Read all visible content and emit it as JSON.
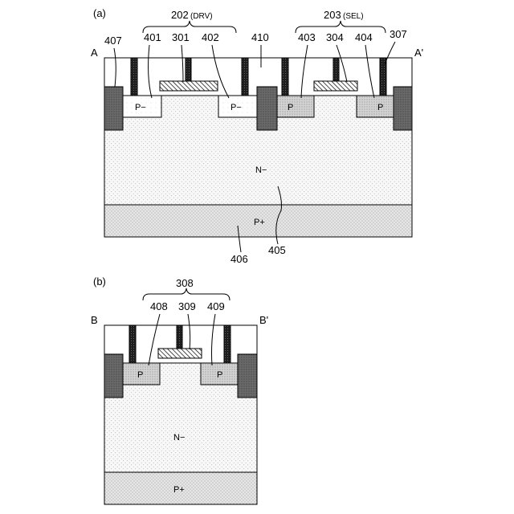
{
  "panel_a": {
    "panel_label": "(a)",
    "section_left": "A",
    "section_right": "A'",
    "group_drv": {
      "number": "202",
      "suffix": "(DRV)"
    },
    "group_sel": {
      "number": "203",
      "suffix": "(SEL)"
    },
    "refs": {
      "r407": "407",
      "r401": "401",
      "r301": "301",
      "r402": "402",
      "r410": "410",
      "r403": "403",
      "r304": "304",
      "r404": "404",
      "r307": "307",
      "r406": "406",
      "r405": "405"
    },
    "regions": {
      "p_minus_left": "P−",
      "p_minus_right": "P−",
      "p_left": "P",
      "p_right": "P",
      "n_minus": "N−",
      "p_plus": "P+"
    }
  },
  "panel_b": {
    "panel_label": "(b)",
    "section_left": "B",
    "section_right": "B'",
    "group": {
      "number": "308"
    },
    "refs": {
      "r408": "408",
      "r309": "309",
      "r409": "409"
    },
    "regions": {
      "p_left": "P",
      "p_right": "P",
      "n_minus": "N−",
      "p_plus": "P+"
    }
  },
  "colors": {
    "outline": "#000000",
    "n_region_fill": "#f7f7f7",
    "p_plus_fill": "#dddddd",
    "p_fill": "#cfcfcf",
    "isolation_fill": "#6e6e6e",
    "contact_fill": "#222222"
  }
}
